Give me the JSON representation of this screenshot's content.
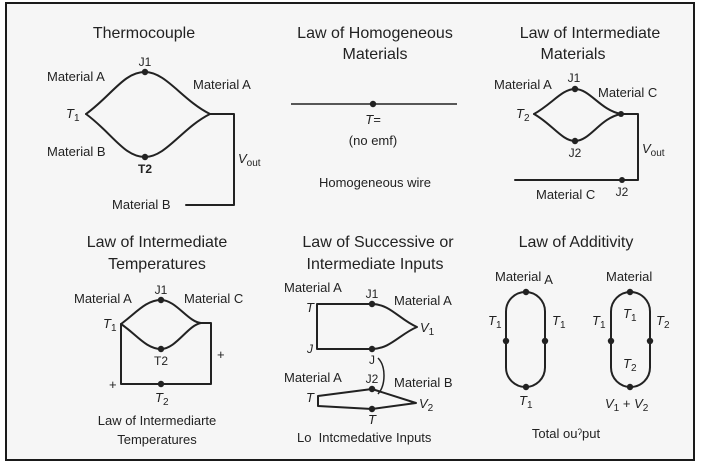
{
  "panels": {
    "thermocouple": {
      "title": "Thermocouple",
      "material_a_left": "Material A",
      "material_a_right": "Material A",
      "material_b_left": "Material B",
      "material_b_bottom": "Material B",
      "junction_top": "J1",
      "junction_bottom": "T2",
      "temp_left": "T",
      "temp_left_sub": "1",
      "vout": "V",
      "vout_sub": "out"
    },
    "homogeneous": {
      "title_line1": "Law of Homogeneous",
      "title_line2": "Materials",
      "temp_label": "T=",
      "no_emf": "(no emf)",
      "caption": "Homogeneous wire"
    },
    "intermediate_materials": {
      "title_line1": "Law of Intermediate",
      "title_line2": "Materials",
      "material_a": "Material A",
      "material_c_right": "Material C",
      "material_c_bottom": "Material C",
      "junction_top": "J1",
      "junction_bottom": "J2",
      "junction_base": "J2",
      "temp_left": "T",
      "temp_left_sub": "2",
      "vout": "V",
      "vout_sub": "out"
    },
    "intermediate_temperatures": {
      "title_line1": "Law of Intermediate",
      "title_line2": "Temperatures",
      "material_a": "Material A",
      "material_c": "Material C",
      "junction_top": "J1",
      "junction_bottom": "T2",
      "temp_left": "T",
      "temp_left_sub": "1",
      "temp_base": "T",
      "temp_base_sub": "2",
      "plus_right": "+",
      "plus_left": "+",
      "caption_line1": "Law of Intermediarte",
      "caption_line2": "Temperatures"
    },
    "successive_inputs": {
      "title_line1": "Law of Successive or",
      "title_line2": "Intermediate Inputs",
      "upper": {
        "material_left": "Material A",
        "material_right": "Material A",
        "temp_left": "T",
        "junction_left_bottom": "J",
        "junction_top": "J1",
        "junction_bottom": "J",
        "output": "V",
        "output_sub": "1"
      },
      "lower": {
        "material_left": "Material A",
        "material_right": "Material B",
        "temp_left": "T",
        "junction_top": "J2",
        "junction_bottom": "T",
        "output": "V",
        "output_sub": "2"
      },
      "caption": "Lo  Intcmedative Inputs"
    },
    "additivity": {
      "title": "Law of Additivity",
      "loop1": {
        "material": "Material",
        "material_suffix": "A",
        "left": "T",
        "left_sub": "1",
        "right": "T",
        "right_sub": "1",
        "bottom": "T",
        "bottom_sub": "1"
      },
      "loop2": {
        "material": "Material",
        "left": "T",
        "left_sub": "1",
        "inner_top": "T",
        "inner_top_sub": "1",
        "right": "T",
        "right_sub": "2",
        "inner_bottom": "T",
        "inner_bottom_sub": "2",
        "sum_v1": "V",
        "sum_v1_sub": "1",
        "sum_plus": " + ",
        "sum_v2": "V",
        "sum_v2_sub": "2"
      },
      "caption": "Total ouˀput"
    }
  }
}
